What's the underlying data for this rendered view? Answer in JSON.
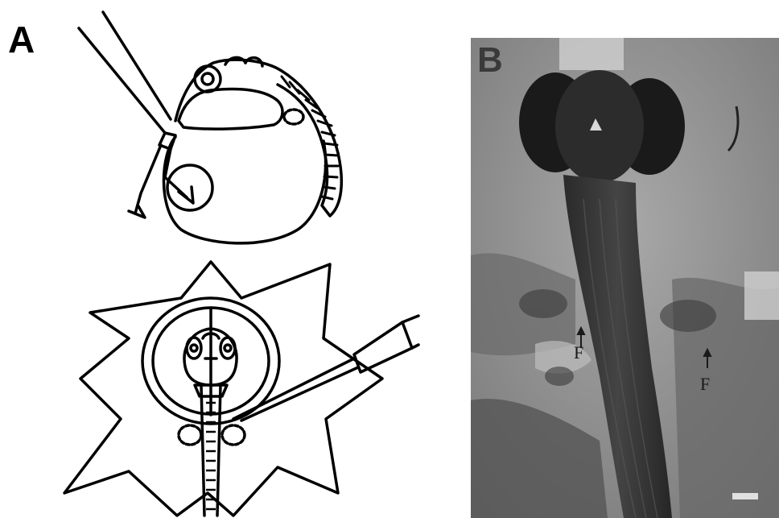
{
  "figure": {
    "panel_a": {
      "label": "A"
    },
    "panel_b": {
      "label": "B",
      "annotations": [
        {
          "id": "left-f",
          "text": "F"
        },
        {
          "id": "right-f",
          "text": "F"
        }
      ]
    }
  },
  "colors": {
    "ink": "#000000",
    "micrograph_background": "#8a8a8a",
    "tissue_dark": "#1c1c1c"
  }
}
